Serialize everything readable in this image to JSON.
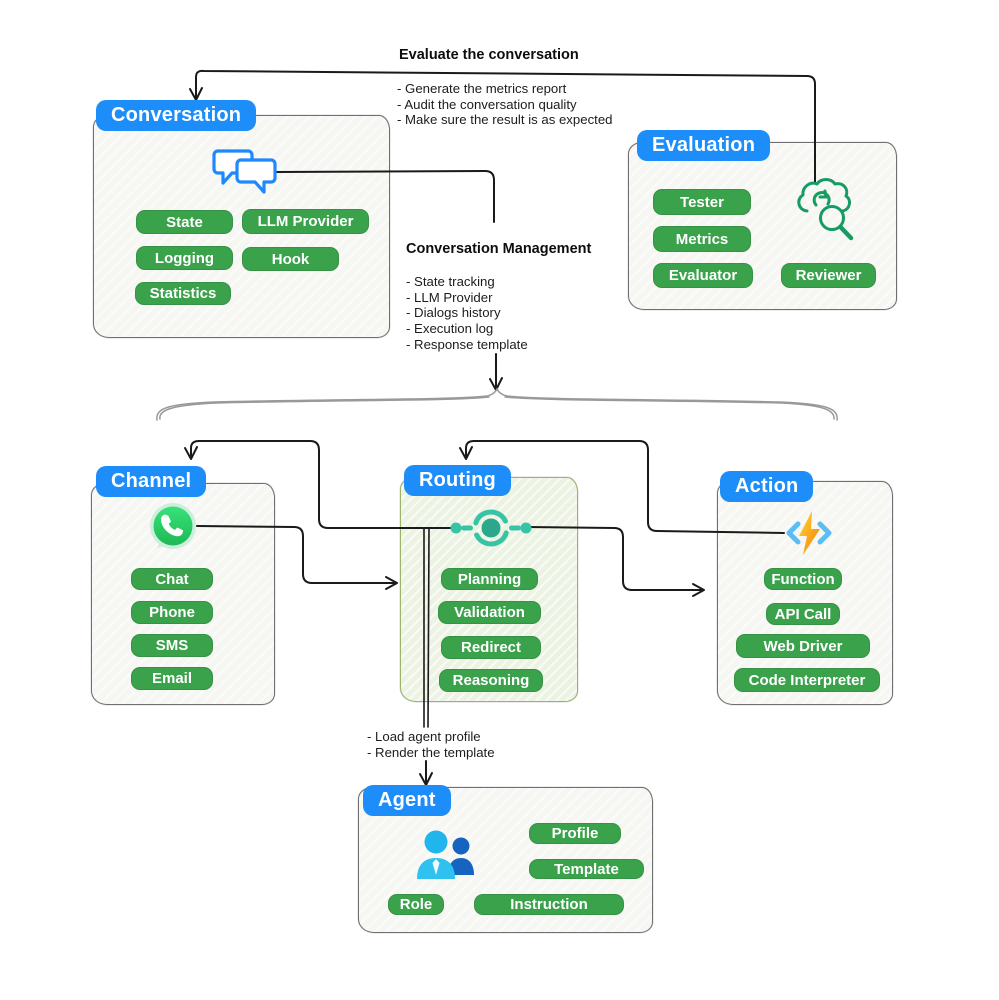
{
  "diagram": {
    "notes": {
      "evaluate": {
        "title": "Evaluate the conversation",
        "items": [
          "- Generate the metrics report",
          "- Audit the conversation quality",
          "- Make sure the result is as expected"
        ]
      },
      "management": {
        "title": "Conversation Management",
        "items": [
          "- State tracking",
          "- LLM Provider",
          "- Dialogs history",
          "- Execution log",
          "- Response template"
        ]
      },
      "agent_note": {
        "items": [
          "- Load agent profile",
          "- Render the template"
        ]
      }
    },
    "boxes": {
      "conversation": {
        "title": "Conversation",
        "icon": "chat-bubbles-icon",
        "pills": [
          "State",
          "LLM Provider",
          "Logging",
          "Hook",
          "Statistics"
        ]
      },
      "evaluation": {
        "title": "Evaluation",
        "icon": "cloud-search-icon",
        "pills": [
          "Tester",
          "Metrics",
          "Evaluator",
          "Reviewer"
        ]
      },
      "channel": {
        "title": "Channel",
        "icon": "whatsapp-icon",
        "pills": [
          "Chat",
          "Phone",
          "SMS",
          "Email"
        ]
      },
      "routing": {
        "title": "Routing",
        "icon": "router-hub-icon",
        "pills": [
          "Planning",
          "Validation",
          "Redirect",
          "Reasoning"
        ]
      },
      "action": {
        "title": "Action",
        "icon": "code-lightning-icon",
        "pills": [
          "Function",
          "API Call",
          "Web Driver",
          "Code Interpreter"
        ]
      },
      "agent": {
        "title": "Agent",
        "icon": "team-icon",
        "pills": [
          "Profile",
          "Template",
          "Role",
          "Instruction"
        ]
      }
    },
    "colors": {
      "header_blue": "#1D8EF9",
      "pill_green": "#3BA24C",
      "box_fill": "#F6F6F3",
      "box_border": "#6F6F6F",
      "routing_fill": "#ECF3E3",
      "routing_border": "#9CB468",
      "connector_black": "#1A1A1A",
      "brace_gray": "#999999",
      "whatsapp_green": "#25D366",
      "hub_teal": "#38C4A4",
      "eval_icon_green": "#169B62",
      "bolt_orange": "#F57C00",
      "bracket_blue": "#5BBDF5",
      "people_cyan": "#29B6F6",
      "people_blue": "#1565C0"
    }
  }
}
